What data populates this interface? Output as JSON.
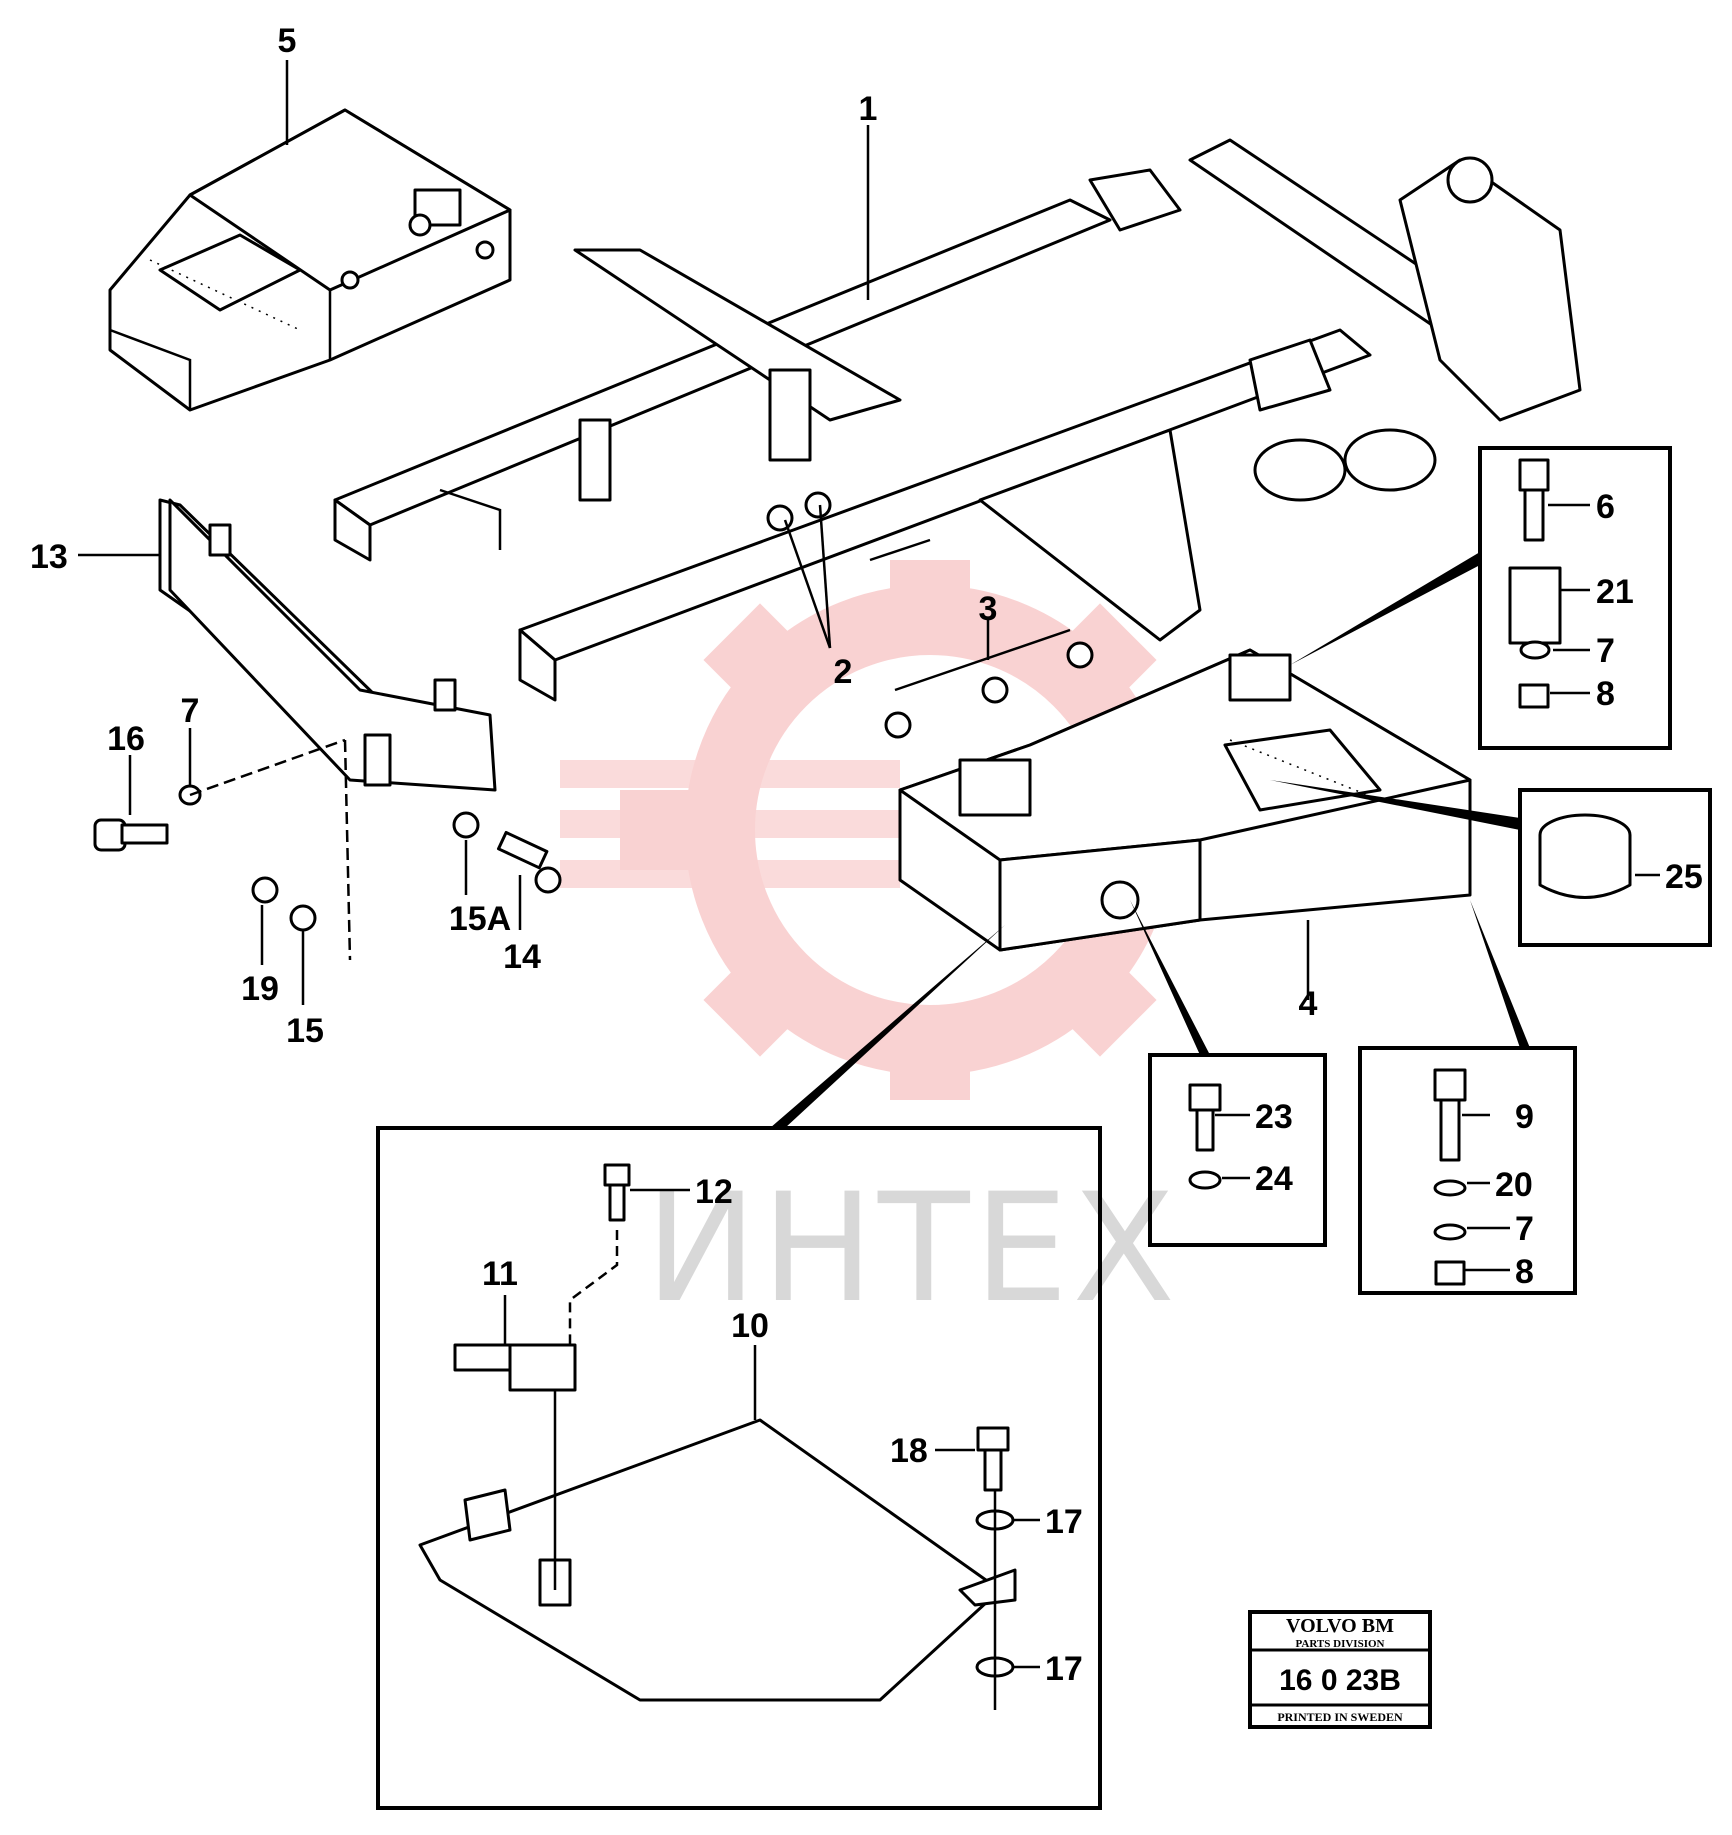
{
  "labels": {
    "p1": "1",
    "p2": "2",
    "p3": "3",
    "p4": "4",
    "p5": "5",
    "p6": "6",
    "p7a": "7",
    "p7b": "7",
    "p7c": "7",
    "p8a": "8",
    "p8b": "8",
    "p9": "9",
    "p10": "10",
    "p11": "11",
    "p12": "12",
    "p13": "13",
    "p14": "14",
    "p15": "15",
    "p15a": "15A",
    "p16": "16",
    "p17a": "17",
    "p17b": "17",
    "p18": "18",
    "p19": "19",
    "p20": "20",
    "p21": "21",
    "p23": "23",
    "p24": "24",
    "p25": "25"
  },
  "stamp": {
    "brand": "VOLVO BM",
    "division": "PARTS DIVISION",
    "number": "16 0 23B",
    "printed": "PRINTED IN SWEDEN"
  },
  "watermark": {
    "text": "ИНТЕХ",
    "color": "#f4a0a0"
  }
}
